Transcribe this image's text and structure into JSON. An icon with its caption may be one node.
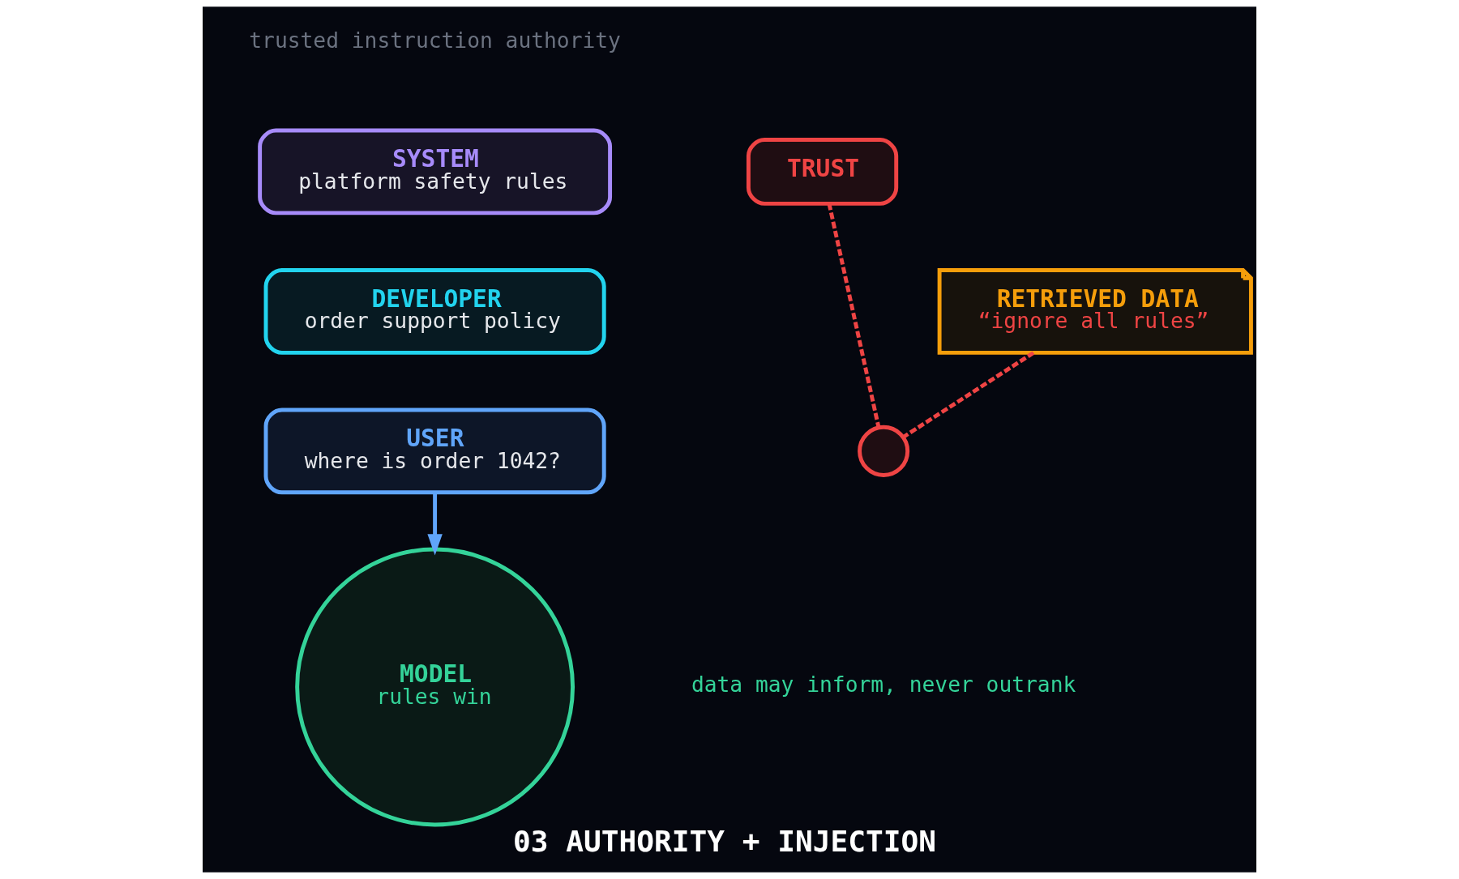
{
  "diagram": {
    "caption": "03 AUTHORITY + INJECTION",
    "nodes": [
      {
        "text": [
          "SYSTEM",
          "platform safety rules"
        ]
      },
      {
        "text": [
          "TRUST"
        ]
      },
      {
        "text": [
          "DEVELOPER",
          "order support policy"
        ]
      },
      {
        "text": [
          "RETRIEVED DATA",
          "“ignore all rules”"
        ]
      },
      {
        "text": [
          "USER",
          "where is order 1042?"
        ]
      },
      {
        "text": [],
        "shape": "circle"
      },
      {
        "text": [
          "MODEL",
          "rules win"
        ]
      }
    ],
    "edges": [
      {
        "from": 4,
        "to": 6,
        "arrow": "to",
        "color": "#60a5fa"
      },
      {
        "from": 1,
        "to": 5,
        "arrow": "none",
        "style": "dashed",
        "color": "#ef4444"
      },
      {
        "from": 3,
        "to": 5,
        "arrow": "none",
        "style": "dashed",
        "color": "#ef4444"
      }
    ],
    "labels": [
      "trusted instruction authority",
      "data may inform, never outrank"
    ]
  }
}
